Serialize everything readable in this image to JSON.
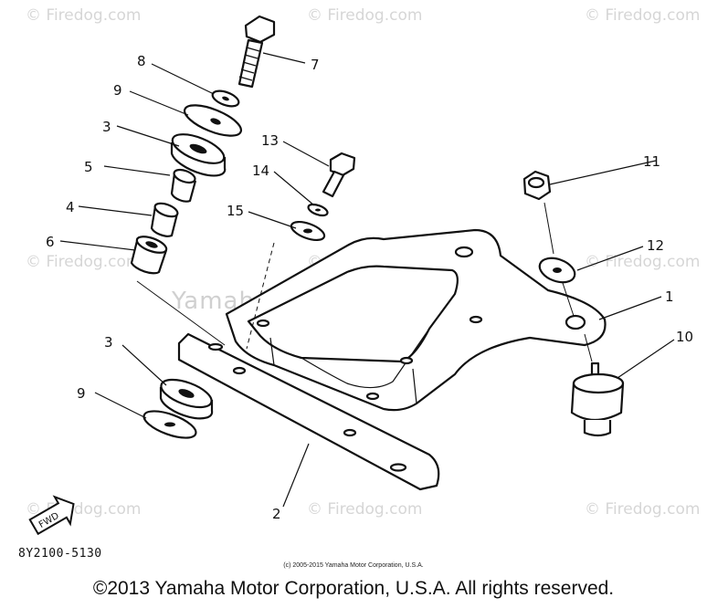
{
  "watermark": {
    "site": "© Firedog.com",
    "company": "Yamaha Motor Corp. U.S.A."
  },
  "callouts": {
    "c1": "1",
    "c2": "2",
    "c3a": "3",
    "c3b": "3",
    "c4": "4",
    "c5": "5",
    "c6": "6",
    "c7": "7",
    "c8": "8",
    "c9a": "9",
    "c9b": "9",
    "c10": "10",
    "c11": "11",
    "c12": "12",
    "c13": "13",
    "c14": "14",
    "c15": "15"
  },
  "fwd_label": "FWD",
  "part_code": "8Y2100-5130",
  "small_copyright": "(c) 2005-2015 Yamaha Motor Corporation, U.S.A.",
  "footer": "©2013 Yamaha Motor Corporation, U.S.A. All rights reserved."
}
